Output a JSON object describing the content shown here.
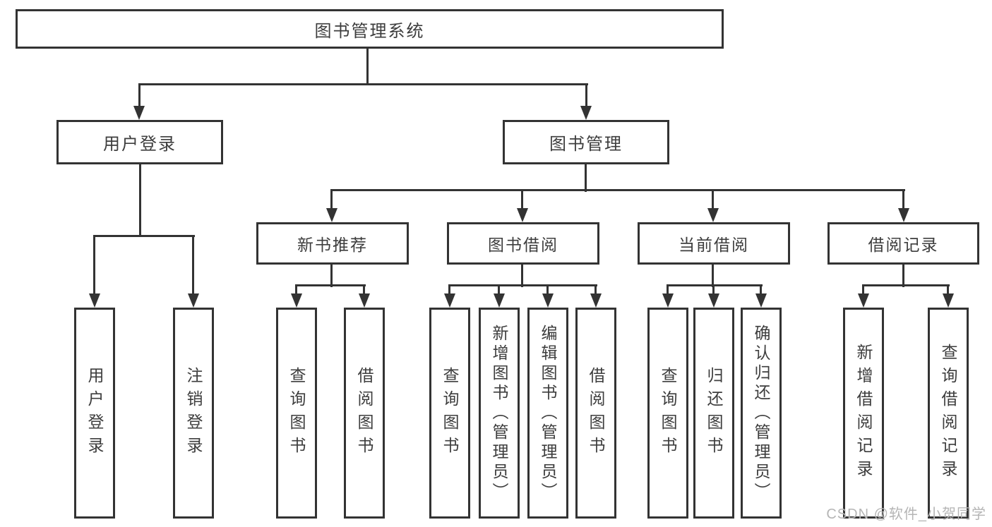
{
  "diagram": {
    "root": "图书管理系统",
    "level2": {
      "user_login": "用户登录",
      "book_management": "图书管理"
    },
    "level3": {
      "new_book_recommend": "新书推荐",
      "book_borrow": "图书借阅",
      "current_borrow": "当前借阅",
      "borrow_records": "借阅记录"
    },
    "leaves": {
      "user_login": "用户登录",
      "logout": "注销登录",
      "nb_query_books": "查询图书",
      "nb_borrow_books": "借阅图书",
      "bw_query_books": "查询图书",
      "bw_add_book_admin": "新增图书（管理员）",
      "bw_edit_book_admin": "编辑图书（管理员）",
      "bw_borrow_books": "借阅图书",
      "cur_query_books": "查询图书",
      "cur_return_book": "归还图书",
      "cur_confirm_return_admin": "确认归还（管理员）",
      "rec_add_record": "新增借阅记录",
      "rec_query_record": "查询借阅记录"
    },
    "watermark": "CSDN @软件_小贺同学",
    "colors": {
      "line": "#333333",
      "text": "#3d3d3d",
      "watermark": "#b5b5b5",
      "background": "#ffffff"
    }
  }
}
